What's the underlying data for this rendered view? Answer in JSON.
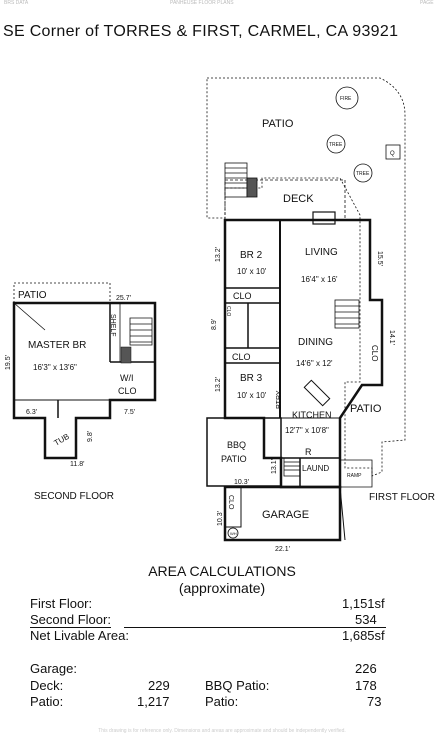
{
  "header_faint": {
    "left": "BRS DATA",
    "center": "PANHEUSE FLOOR PLANS",
    "right": "PAGE"
  },
  "title": "SE Corner of TORRES & FIRST, CARMEL, CA  93921",
  "plan": {
    "second_floor_label": "SECOND FLOOR",
    "first_floor_label": "FIRST FLOOR",
    "labels": {
      "patio_top": "PATIO",
      "fire": "FIRE",
      "tree1": "TREE",
      "tree2": "TREE",
      "q": "Q",
      "deck": "DECK",
      "br2": "BR 2",
      "br2_dim": "10' x 10'",
      "living": "LIVING",
      "living_dim": "16'4\" x 16'",
      "clo1": "CLO",
      "clo2": "CLO",
      "clo3": "CLO",
      "clo_v": "CLO",
      "dining": "DINING",
      "dining_dim": "14'6\" x 12'",
      "br3": "BR 3",
      "br3_dim": "10' x 10'",
      "ptry": "PTRY",
      "kitchen": "KITCHEN",
      "kitchen_dim": "12'7\" x 10'8\"",
      "patio_right": "PATIO",
      "bbq_patio_1": "BBQ",
      "bbq_patio_2": "PATIO",
      "r": "R",
      "laund": "LAUND",
      "ramp": "RAMP",
      "garage": "GARAGE",
      "garage_clo": "CLO",
      "wh": "WH",
      "patio_second": "PATIO",
      "master": "MASTER BR",
      "master_dim": "16'3\" x 13'6\"",
      "shelf": "SHELF",
      "wi_clo_1": "W/I",
      "wi_clo_2": "CLO",
      "tub": "TUB",
      "d_13_2a": "13.2'",
      "d_13_2b": "13.2'",
      "d_8_9": "8.9'",
      "d_15_5": "15.5'",
      "d_14_1": "14.1'",
      "d_13_1": "13.1'",
      "d_10_3a": "10.3'",
      "d_10_3b": "10.3'",
      "d_22_1": "22.1'",
      "d_25_7": "25.7'",
      "d_19_5": "19.5'",
      "d_6_3": "6.3'",
      "d_7_5": "7.5'",
      "d_9_8": "9.8'",
      "d_11_8": "11.8'"
    }
  },
  "area": {
    "title": "AREA CALCULATIONS",
    "subtitle": "(approximate)",
    "rows": [
      {
        "label": "First  Floor:",
        "value": "1,151sf"
      },
      {
        "label": "Second Floor:",
        "value": "534"
      },
      {
        "label": "Net Livable Area:",
        "value": "1,685sf"
      }
    ],
    "garage": {
      "label": "Garage:",
      "value": "226"
    },
    "deck": {
      "label": "Deck:",
      "value": "229"
    },
    "patio": {
      "label": "Patio:",
      "value": "1,217"
    },
    "bbq_patio": {
      "label": "BBQ Patio:",
      "value": "178"
    },
    "patio2": {
      "label": "Patio:",
      "value": "73"
    }
  },
  "footer_faint": "This drawing is for reference only. Dimensions and areas are approximate and should be independently verified."
}
